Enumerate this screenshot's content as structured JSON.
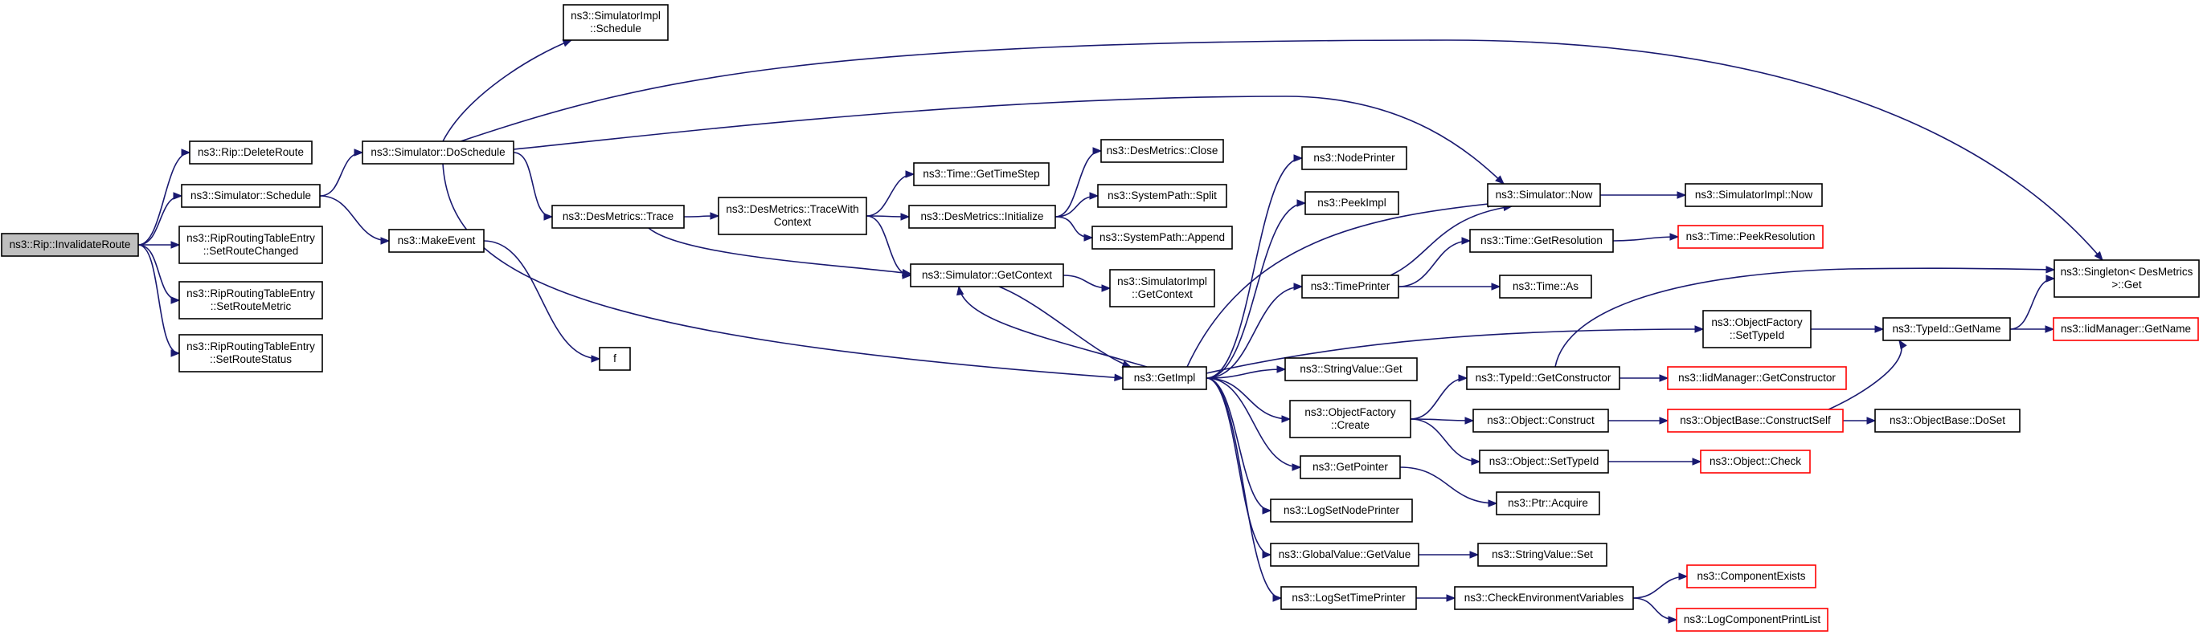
{
  "diagram": {
    "nodes": [
      {
        "id": "rip_invalidate",
        "lines": [
          "ns3::Rip::InvalidateRoute"
        ],
        "style": "root"
      },
      {
        "id": "rip_deleteroute",
        "lines": [
          "ns3::Rip::DeleteRoute"
        ],
        "style": "normal"
      },
      {
        "id": "sim_schedule",
        "lines": [
          "ns3::Simulator::Schedule"
        ],
        "style": "normal"
      },
      {
        "id": "rte_changed",
        "lines": [
          "ns3::RipRoutingTableEntry",
          "::SetRouteChanged"
        ],
        "style": "normal"
      },
      {
        "id": "rte_metric",
        "lines": [
          "ns3::RipRoutingTableEntry",
          "::SetRouteMetric"
        ],
        "style": "normal"
      },
      {
        "id": "rte_status",
        "lines": [
          "ns3::RipRoutingTableEntry",
          "::SetRouteStatus"
        ],
        "style": "normal"
      },
      {
        "id": "simimpl_schedule",
        "lines": [
          "ns3::SimulatorImpl",
          "::Schedule"
        ],
        "style": "normal"
      },
      {
        "id": "sim_doschedule",
        "lines": [
          "ns3::Simulator::DoSchedule"
        ],
        "style": "normal"
      },
      {
        "id": "makeevent",
        "lines": [
          "ns3::MakeEvent"
        ],
        "style": "normal"
      },
      {
        "id": "f",
        "lines": [
          "f"
        ],
        "style": "normal"
      },
      {
        "id": "desm_trace",
        "lines": [
          "ns3::DesMetrics::Trace"
        ],
        "style": "normal"
      },
      {
        "id": "desm_tracewith",
        "lines": [
          "ns3::DesMetrics::TraceWith",
          "Context"
        ],
        "style": "normal"
      },
      {
        "id": "time_gettimestep",
        "lines": [
          "ns3::Time::GetTimeStep"
        ],
        "style": "normal"
      },
      {
        "id": "desm_initialize",
        "lines": [
          "ns3::DesMetrics::Initialize"
        ],
        "style": "normal"
      },
      {
        "id": "desm_close",
        "lines": [
          "ns3::DesMetrics::Close"
        ],
        "style": "normal"
      },
      {
        "id": "syspath_split",
        "lines": [
          "ns3::SystemPath::Split"
        ],
        "style": "normal"
      },
      {
        "id": "syspath_append",
        "lines": [
          "ns3::SystemPath::Append"
        ],
        "style": "normal"
      },
      {
        "id": "sim_getcontext",
        "lines": [
          "ns3::Simulator::GetContext"
        ],
        "style": "normal"
      },
      {
        "id": "simimpl_getcontext",
        "lines": [
          "ns3::SimulatorImpl",
          "::GetContext"
        ],
        "style": "normal"
      },
      {
        "id": "getimpl",
        "lines": [
          "ns3::GetImpl"
        ],
        "style": "normal"
      },
      {
        "id": "nodeprinter",
        "lines": [
          "ns3::NodePrinter"
        ],
        "style": "normal"
      },
      {
        "id": "peekimpl",
        "lines": [
          "ns3::PeekImpl"
        ],
        "style": "normal"
      },
      {
        "id": "timeprinter",
        "lines": [
          "ns3::TimePrinter"
        ],
        "style": "normal"
      },
      {
        "id": "stringvalue_get",
        "lines": [
          "ns3::StringValue::Get"
        ],
        "style": "normal"
      },
      {
        "id": "objfactory_create",
        "lines": [
          "ns3::ObjectFactory",
          "::Create"
        ],
        "style": "normal"
      },
      {
        "id": "getpointer",
        "lines": [
          "ns3::GetPointer"
        ],
        "style": "normal"
      },
      {
        "id": "logsetnodeprinter",
        "lines": [
          "ns3::LogSetNodePrinter"
        ],
        "style": "normal"
      },
      {
        "id": "globalvalue_getvalue",
        "lines": [
          "ns3::GlobalValue::GetValue"
        ],
        "style": "normal"
      },
      {
        "id": "logsettimeprinter",
        "lines": [
          "ns3::LogSetTimePrinter"
        ],
        "style": "normal"
      },
      {
        "id": "sim_now",
        "lines": [
          "ns3::Simulator::Now"
        ],
        "style": "normal"
      },
      {
        "id": "simimpl_now",
        "lines": [
          "ns3::SimulatorImpl::Now"
        ],
        "style": "normal"
      },
      {
        "id": "time_getresolution",
        "lines": [
          "ns3::Time::GetResolution"
        ],
        "style": "normal"
      },
      {
        "id": "time_peekresolution",
        "lines": [
          "ns3::Time::PeekResolution"
        ],
        "style": "truncated"
      },
      {
        "id": "time_as",
        "lines": [
          "ns3::Time::As"
        ],
        "style": "normal"
      },
      {
        "id": "singleton_get",
        "lines": [
          "ns3::Singleton< DesMetrics",
          " >::Get"
        ],
        "style": "normal"
      },
      {
        "id": "objfactory_settypeid",
        "lines": [
          "ns3::ObjectFactory",
          "::SetTypeId"
        ],
        "style": "normal"
      },
      {
        "id": "typeid_getname",
        "lines": [
          "ns3::TypeId::GetName"
        ],
        "style": "normal"
      },
      {
        "id": "iidmanager_getname",
        "lines": [
          "ns3::IidManager::GetName"
        ],
        "style": "truncated"
      },
      {
        "id": "typeid_getconstructor",
        "lines": [
          "ns3::TypeId::GetConstructor"
        ],
        "style": "normal"
      },
      {
        "id": "iidmanager_getconstructor",
        "lines": [
          "ns3::IidManager::GetConstructor"
        ],
        "style": "truncated"
      },
      {
        "id": "object_construct",
        "lines": [
          "ns3::Object::Construct"
        ],
        "style": "normal"
      },
      {
        "id": "objectbase_constructself",
        "lines": [
          "ns3::ObjectBase::ConstructSelf"
        ],
        "style": "truncated"
      },
      {
        "id": "objectbase_doset",
        "lines": [
          "ns3::ObjectBase::DoSet"
        ],
        "style": "normal"
      },
      {
        "id": "object_settypeid",
        "lines": [
          "ns3::Object::SetTypeId"
        ],
        "style": "normal"
      },
      {
        "id": "object_check",
        "lines": [
          "ns3::Object::Check"
        ],
        "style": "truncated"
      },
      {
        "id": "ptr_acquire",
        "lines": [
          "ns3::Ptr::Acquire"
        ],
        "style": "normal"
      },
      {
        "id": "stringvalue_set",
        "lines": [
          "ns3::StringValue::Set"
        ],
        "style": "normal"
      },
      {
        "id": "checkenv",
        "lines": [
          "ns3::CheckEnvironmentVariables"
        ],
        "style": "normal"
      },
      {
        "id": "componentexists",
        "lines": [
          "ns3::ComponentExists"
        ],
        "style": "truncated"
      },
      {
        "id": "logcomponentprintlist",
        "lines": [
          "ns3::LogComponentPrintList"
        ],
        "style": "truncated"
      }
    ],
    "edges": [
      [
        "rip_invalidate",
        "rip_deleteroute"
      ],
      [
        "rip_invalidate",
        "sim_schedule"
      ],
      [
        "rip_invalidate",
        "rte_changed"
      ],
      [
        "rip_invalidate",
        "rte_metric"
      ],
      [
        "rip_invalidate",
        "rte_status"
      ],
      [
        "sim_schedule",
        "sim_doschedule"
      ],
      [
        "sim_schedule",
        "makeevent"
      ],
      [
        "makeevent",
        "f"
      ],
      [
        "sim_doschedule",
        "simimpl_schedule"
      ],
      [
        "sim_doschedule",
        "singleton_get"
      ],
      [
        "sim_doschedule",
        "sim_now"
      ],
      [
        "sim_doschedule",
        "desm_trace"
      ],
      [
        "sim_doschedule",
        "getimpl"
      ],
      [
        "desm_trace",
        "desm_tracewith"
      ],
      [
        "desm_trace",
        "sim_getcontext"
      ],
      [
        "desm_tracewith",
        "time_gettimestep"
      ],
      [
        "desm_tracewith",
        "desm_initialize"
      ],
      [
        "desm_tracewith",
        "sim_getcontext"
      ],
      [
        "desm_initialize",
        "desm_close"
      ],
      [
        "desm_initialize",
        "syspath_split"
      ],
      [
        "desm_initialize",
        "syspath_append"
      ],
      [
        "sim_getcontext",
        "simimpl_getcontext"
      ],
      [
        "sim_getcontext",
        "getimpl"
      ],
      [
        "getimpl",
        "nodeprinter"
      ],
      [
        "getimpl",
        "peekimpl"
      ],
      [
        "getimpl",
        "sim_now"
      ],
      [
        "getimpl",
        "timeprinter"
      ],
      [
        "getimpl",
        "objfactory_settypeid"
      ],
      [
        "getimpl",
        "stringvalue_get"
      ],
      [
        "getimpl",
        "objfactory_create"
      ],
      [
        "getimpl",
        "getpointer"
      ],
      [
        "getimpl",
        "logsetnodeprinter"
      ],
      [
        "getimpl",
        "globalvalue_getvalue"
      ],
      [
        "getimpl",
        "logsettimeprinter"
      ],
      [
        "getimpl",
        "sim_getcontext"
      ],
      [
        "sim_now",
        "simimpl_now"
      ],
      [
        "timeprinter",
        "sim_now"
      ],
      [
        "timeprinter",
        "time_getresolution"
      ],
      [
        "timeprinter",
        "time_as"
      ],
      [
        "time_getresolution",
        "time_peekresolution"
      ],
      [
        "objfactory_settypeid",
        "typeid_getname"
      ],
      [
        "typeid_getname",
        "singleton_get"
      ],
      [
        "typeid_getname",
        "iidmanager_getname"
      ],
      [
        "objfactory_create",
        "typeid_getconstructor"
      ],
      [
        "objfactory_create",
        "object_construct"
      ],
      [
        "objfactory_create",
        "object_settypeid"
      ],
      [
        "typeid_getconstructor",
        "iidmanager_getconstructor"
      ],
      [
        "typeid_getconstructor",
        "singleton_get"
      ],
      [
        "object_construct",
        "objectbase_constructself"
      ],
      [
        "objectbase_constructself",
        "objectbase_doset"
      ],
      [
        "objectbase_constructself",
        "typeid_getname"
      ],
      [
        "object_settypeid",
        "object_check"
      ],
      [
        "getpointer",
        "ptr_acquire"
      ],
      [
        "globalvalue_getvalue",
        "stringvalue_set"
      ],
      [
        "logsettimeprinter",
        "checkenv"
      ],
      [
        "checkenv",
        "componentexists"
      ],
      [
        "checkenv",
        "logcomponentprintlist"
      ]
    ]
  }
}
